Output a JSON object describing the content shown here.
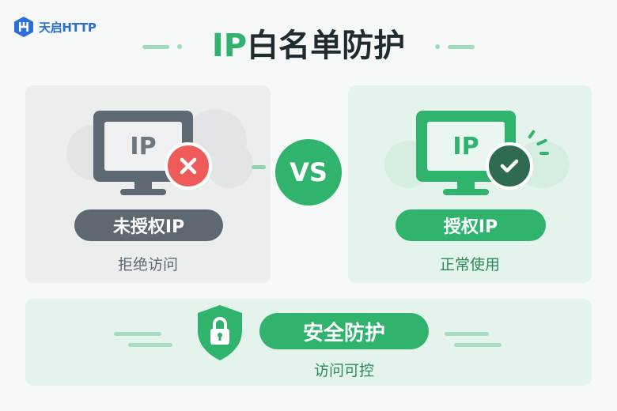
{
  "brand": {
    "name": "天启HTTP",
    "icon": "hexagon-logo-icon",
    "color": "#2a6fd6"
  },
  "header": {
    "title_accent": "IP",
    "title_rest": "白名单防护"
  },
  "comparison": {
    "unauthorized": {
      "screen_label": "IP",
      "status_icon": "x-mark-icon",
      "pill_label": "未授权IP",
      "caption": "拒绝访问",
      "color": "#5d6872"
    },
    "vs_label": "VS",
    "authorized": {
      "screen_label": "IP",
      "status_icon": "check-mark-icon",
      "pill_label": "授权IP",
      "caption": "正常使用",
      "color": "#2fb36d"
    }
  },
  "protection": {
    "icon": "shield-lock-icon",
    "pill_label": "安全防护",
    "caption": "访问可控"
  },
  "colors": {
    "accent_green": "#2fb36d",
    "danger_red": "#ef5b5b",
    "slate": "#5d6872",
    "panel_grey": "#eceeee",
    "panel_green": "#e4f4ec"
  }
}
